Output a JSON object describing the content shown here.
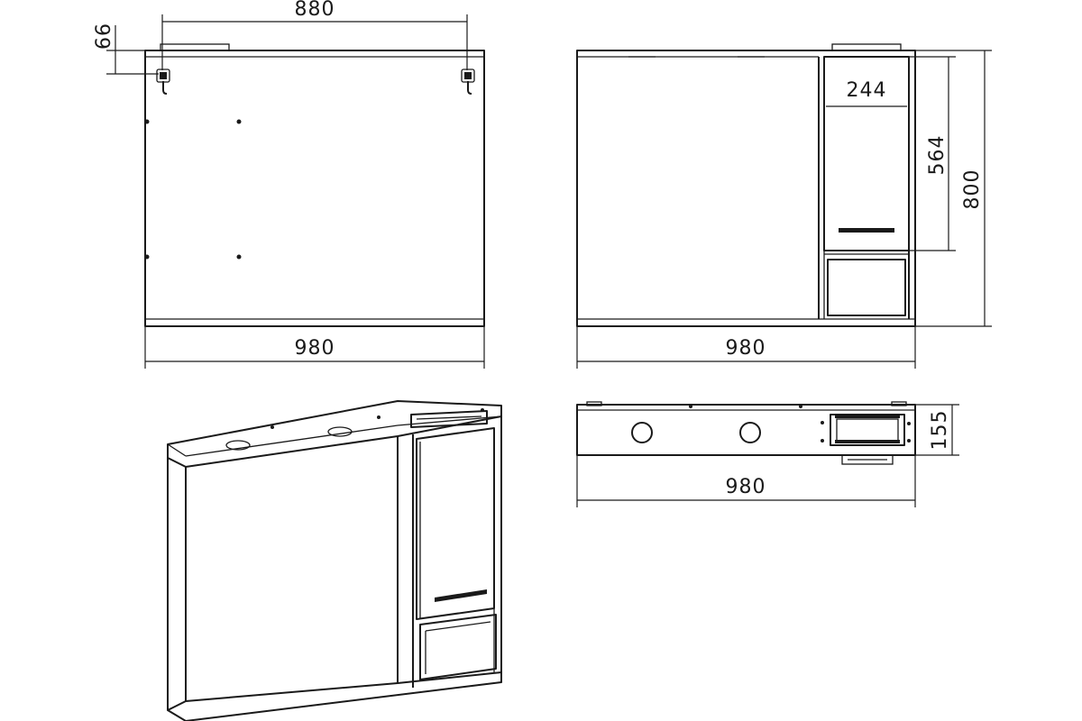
{
  "dimensions": {
    "back_top_width": "880",
    "back_hook_offset": "66",
    "back_total_width": "980",
    "front_door_width": "244",
    "front_door_height": "564",
    "front_total_height": "800",
    "front_total_width": "980",
    "top_depth": "155",
    "top_total_width": "980"
  }
}
